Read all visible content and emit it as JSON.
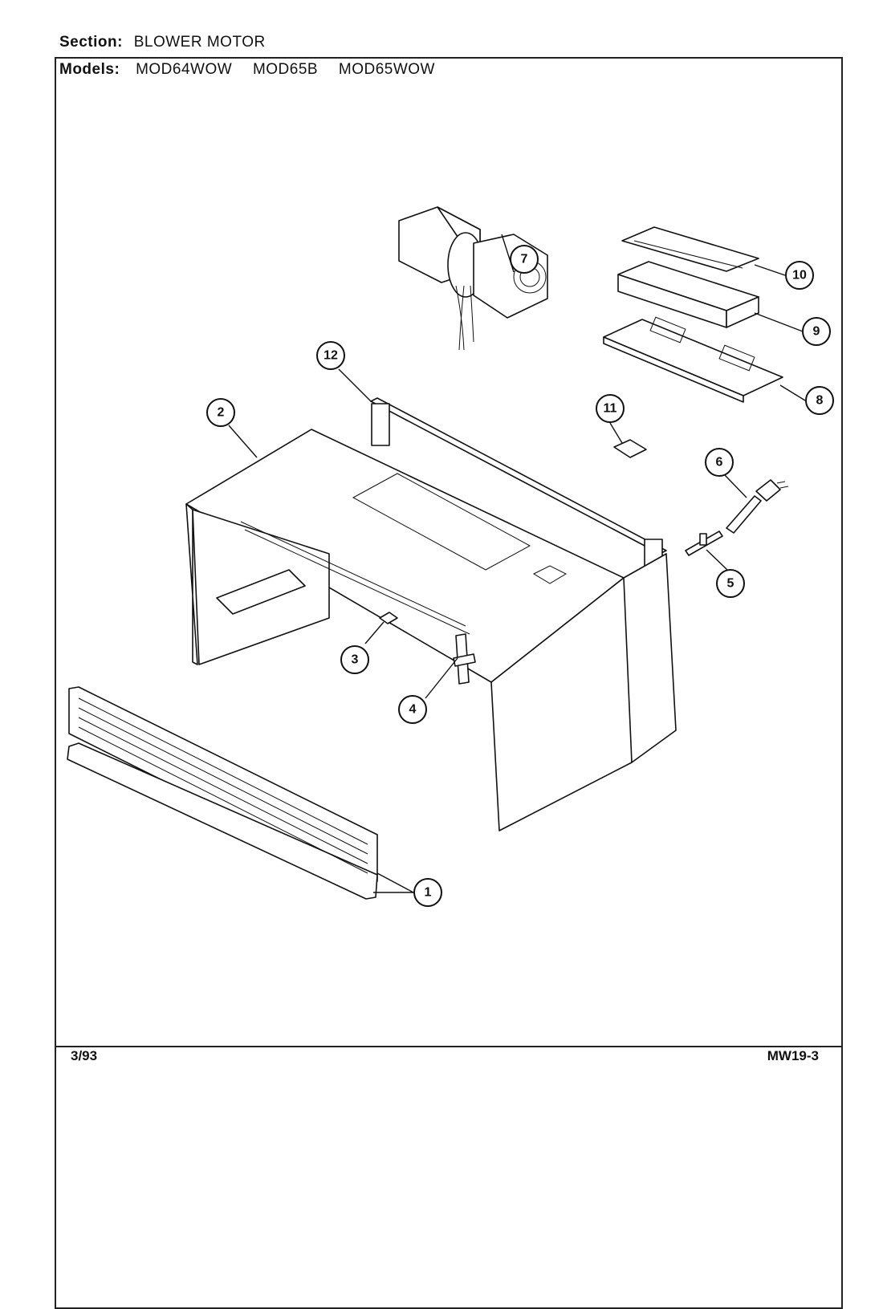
{
  "header": {
    "section_label": "Section:",
    "section_value": "BLOWER MOTOR",
    "models_label": "Models:",
    "models": [
      "MOD64WOW",
      "MOD65B",
      "MOD65WOW"
    ]
  },
  "footer": {
    "date_code": "3/93",
    "page_code": "MW19-3"
  },
  "callouts": [
    "1",
    "2",
    "3",
    "4",
    "5",
    "6",
    "7",
    "8",
    "9",
    "10",
    "11",
    "12"
  ]
}
